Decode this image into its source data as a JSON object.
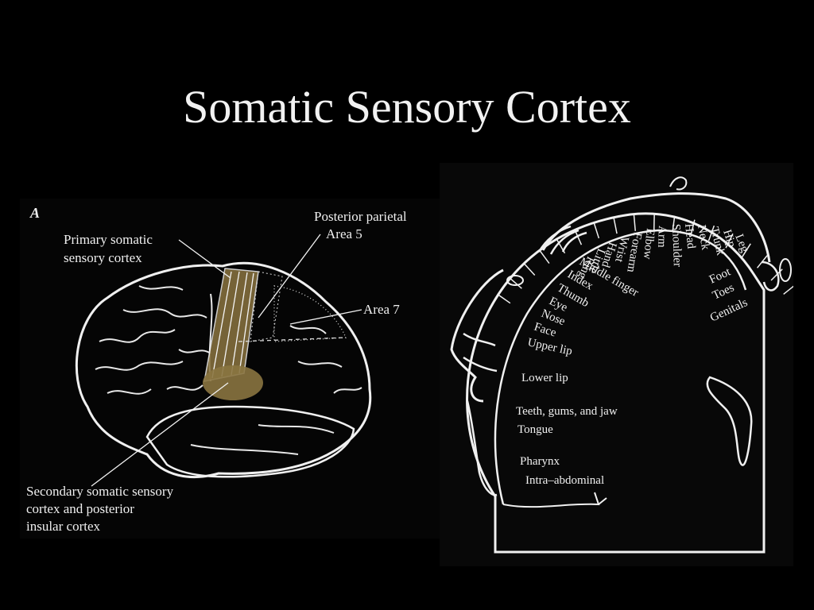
{
  "slide": {
    "title": "Somatic Sensory Cortex",
    "background_color": "#000000"
  },
  "brain_figure": {
    "panel_letter": "A",
    "primary_label_line1": "Primary somatic",
    "primary_label_line2": "sensory cortex",
    "posterior_parietal_label": "Posterior parietal",
    "area5_label": "Area 5",
    "area7_label": "Area 7",
    "secondary_label_line1": "Secondary somatic sensory",
    "secondary_label_line2": "cortex and posterior",
    "secondary_label_line3": "insular cortex",
    "highlight_color": "#8a7440"
  },
  "homunculus_figure": {
    "arc_labels": [
      "Leg",
      "Hip",
      "Trunk",
      "Neck",
      "Head",
      "Shoulder",
      "Arm",
      "Elbow",
      "Forearm",
      "Wrist",
      "Hand",
      "Little",
      "Ring",
      "Middle finger",
      "Index",
      "Thumb",
      "Eye",
      "Nose",
      "Face",
      "Upper lip"
    ],
    "right_labels": [
      "Foot",
      "Toes",
      "Genitals"
    ],
    "lower_labels": [
      "Lower lip",
      "Teeth, gums, and jaw",
      "Tongue",
      "Pharynx",
      "Intra–abdominal"
    ]
  }
}
